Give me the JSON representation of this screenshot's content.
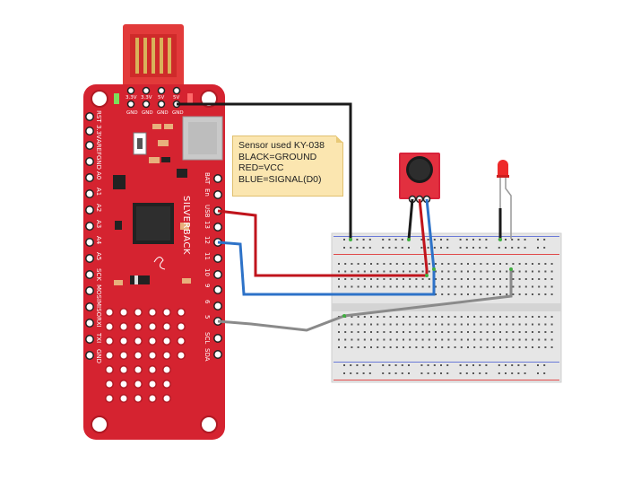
{
  "board": {
    "name": "SILVERBACK",
    "top_pins": [
      "3.3V",
      "3.3V",
      "5V",
      "5V"
    ],
    "top_pins_bottom": [
      "GND",
      "GND",
      "GND",
      "GND"
    ],
    "left_pins": [
      "RST",
      "3.3V",
      "AREF",
      "GND",
      "A0",
      "A1",
      "A2",
      "A3",
      "A4",
      "A5",
      "SCK",
      "MOSI",
      "MISO",
      "RXI",
      "TXI",
      "GND"
    ],
    "right_pins": [
      "BAT",
      "En",
      "USB",
      "13",
      "12",
      "11",
      "10",
      "9",
      "6",
      "5",
      "SCL",
      "SDA"
    ]
  },
  "note": {
    "line1": "Sensor used KY-038",
    "line2": "BLACK=GROUND",
    "line3": "RED=VCC",
    "line4": "BLUE=SIGNAL(D0)"
  },
  "wires": {
    "ground_color": "#1a1a1a",
    "vcc_color": "#c0141c",
    "signal_color": "#2d72c8",
    "led_color": "#8a8a8a"
  },
  "colors": {
    "board_red": "#d6212f",
    "breadboard": "#e9e9e9",
    "rail_red": "#e05050",
    "rail_blue": "#5070d0"
  }
}
